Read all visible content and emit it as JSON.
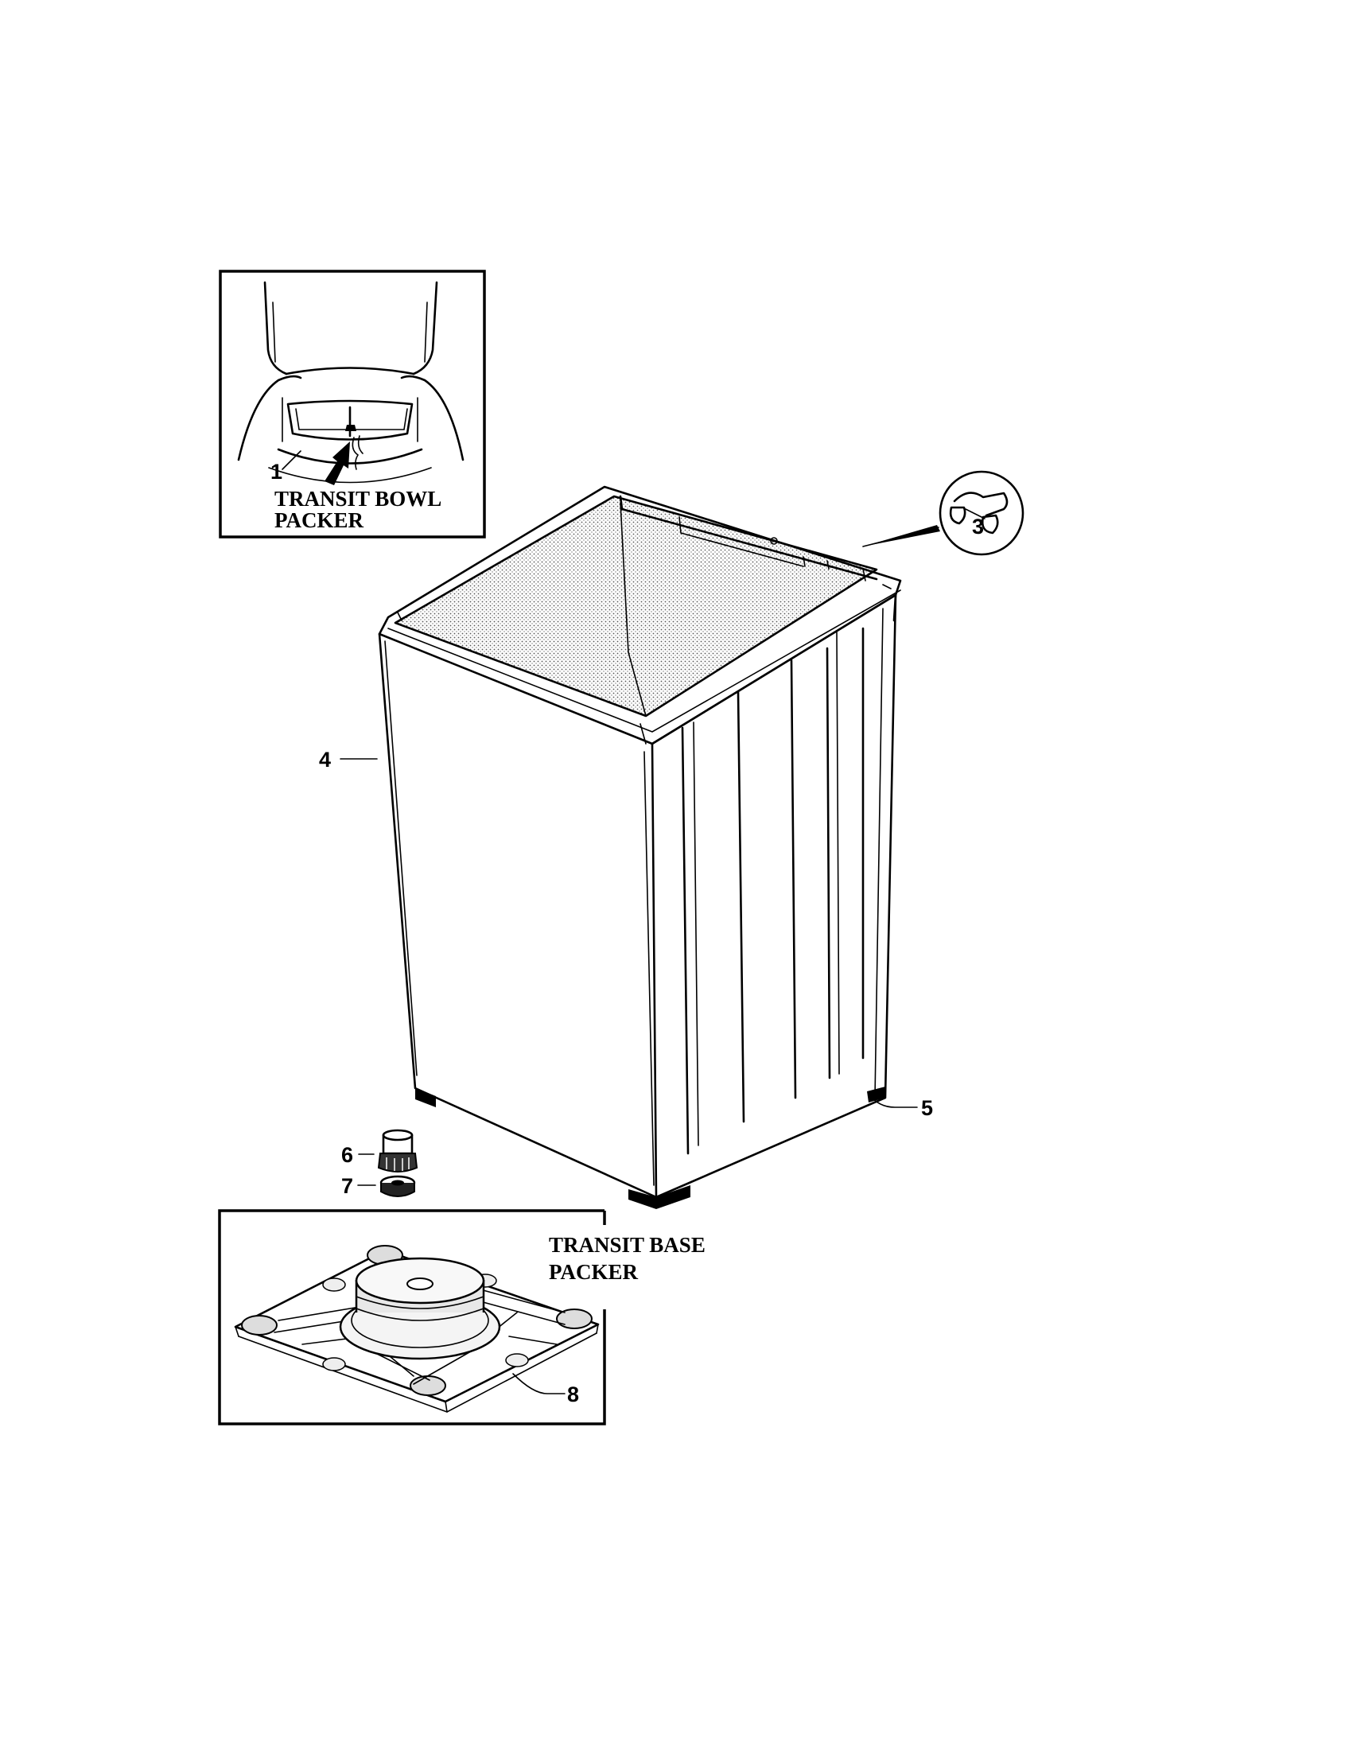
{
  "callouts": {
    "c1": "1",
    "c3": "3",
    "c4": "4",
    "c5": "5",
    "c6": "6",
    "c7": "7",
    "c8": "8"
  },
  "captions": {
    "bowl_packer_line1": "TRANSIT BOWL",
    "bowl_packer_line2": "PACKER",
    "base_packer_line1": "TRANSIT BASE",
    "base_packer_line2": "PACKER"
  },
  "colors": {
    "ink": "#000000",
    "paper": "#ffffff"
  }
}
